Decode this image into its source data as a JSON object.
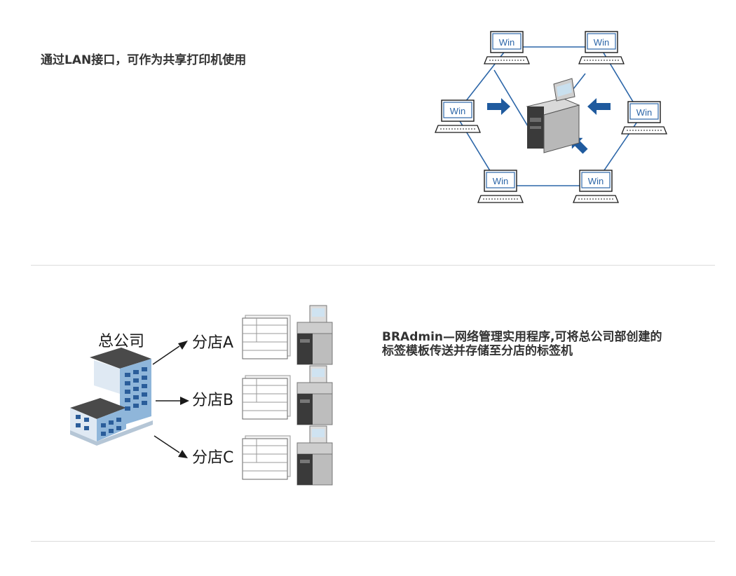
{
  "section1": {
    "caption": "通过LAN接口，可作为共享打印机使用",
    "diagram": {
      "computer_label": "Win",
      "computer_count": 6,
      "arrow_color": "#1f5a9e",
      "line_color": "#2c66a8"
    }
  },
  "section2": {
    "caption_line1": "BRAdmin—网络管理实用程序,可将总公司部创建的",
    "caption_line2": "标签模板传送并存储至分店的标签机",
    "diagram": {
      "hq_label": "总公司",
      "branches": [
        {
          "label": "分店A"
        },
        {
          "label": "分店B"
        },
        {
          "label": "分店C"
        }
      ],
      "building_colors": {
        "wall": "#8fb6da",
        "roof": "#4a4a4a",
        "window": "#2a5d9a"
      }
    }
  }
}
